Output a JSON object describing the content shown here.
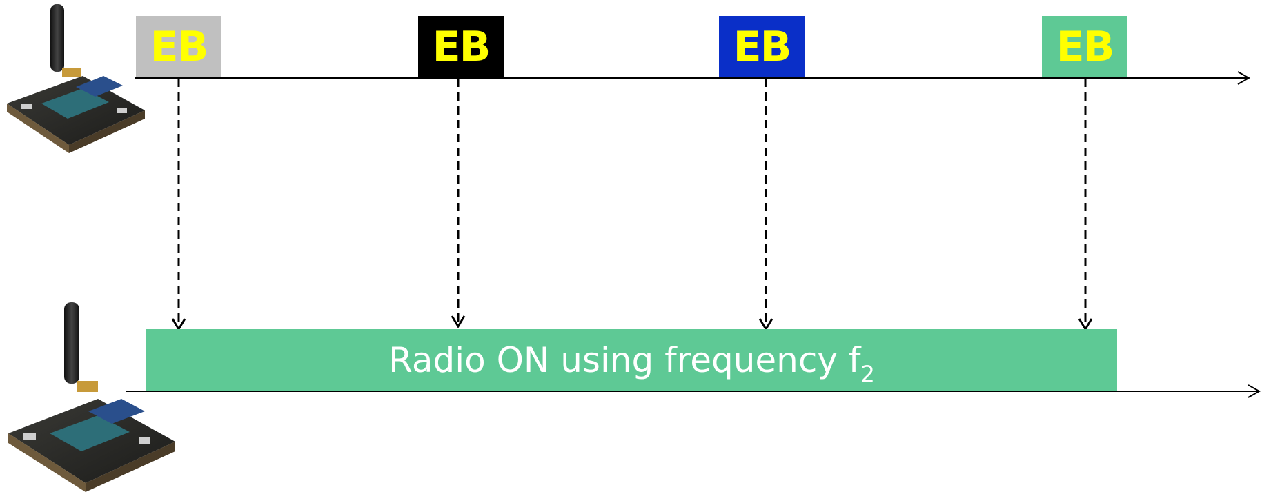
{
  "colors": {
    "eb_text": "#ffff00",
    "timeline": "#000000",
    "radio_bar": "#5ec995"
  },
  "transmitter": {
    "icon": "radio-mote-icon",
    "timeline": "top-timeline",
    "beacons": [
      {
        "label": "EB",
        "color": "#c0c0c0"
      },
      {
        "label": "EB",
        "color": "#000000"
      },
      {
        "label": "EB",
        "color": "#0a2fc8"
      },
      {
        "label": "EB",
        "color": "#5ec995"
      }
    ]
  },
  "receiver": {
    "icon": "radio-mote-icon",
    "radio_on": {
      "text": "Radio ON using frequency f",
      "subscript": "2"
    }
  }
}
